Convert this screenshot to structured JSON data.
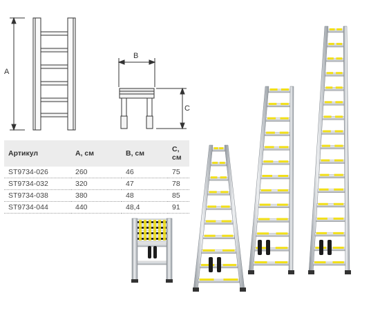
{
  "diagram": {
    "label_a": "A",
    "label_b": "B",
    "label_c": "C"
  },
  "spec_table": {
    "headers": [
      "Артикул",
      "A, см",
      "B, см",
      "C, см"
    ],
    "rows": [
      [
        "ST9734-026",
        "260",
        "46",
        "75"
      ],
      [
        "ST9734-032",
        "320",
        "47",
        "78"
      ],
      [
        "ST9734-038",
        "380",
        "48",
        "85"
      ],
      [
        "ST9734-044",
        "440",
        "48,4",
        "91"
      ]
    ]
  },
  "colors": {
    "rail": "#c9cdd2",
    "rail_dark": "#8a9096",
    "rung_accent": "#f2df18",
    "line": "#333333",
    "table_header_bg": "#ececec"
  },
  "icons": [
    "telescopic-ladder-photo"
  ]
}
